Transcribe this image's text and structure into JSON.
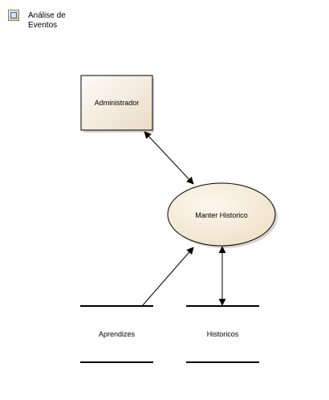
{
  "diagram": {
    "title": "Análise de Eventos",
    "icon": "diagram-icon"
  },
  "entities": [
    {
      "id": "administrador",
      "label": "Administrador",
      "type": "external-entity"
    }
  ],
  "processes": [
    {
      "id": "manter-historico",
      "label": "Manter Historico",
      "type": "process"
    }
  ],
  "data_stores": [
    {
      "id": "aprendizes",
      "label": "Aprendizes"
    },
    {
      "id": "historicos",
      "label": "Historicos"
    }
  ],
  "flows": [
    {
      "from": "administrador",
      "to": "manter-historico",
      "direction": "both"
    },
    {
      "from": "aprendizes",
      "to": "manter-historico",
      "direction": "forward"
    },
    {
      "from": "historicos",
      "to": "manter-historico",
      "direction": "both"
    }
  ],
  "colors": {
    "entity_fill_light": "#fefcf8",
    "entity_fill_dark": "#eadcc6",
    "process_fill": "#f4ead8",
    "stroke": "#000000"
  }
}
